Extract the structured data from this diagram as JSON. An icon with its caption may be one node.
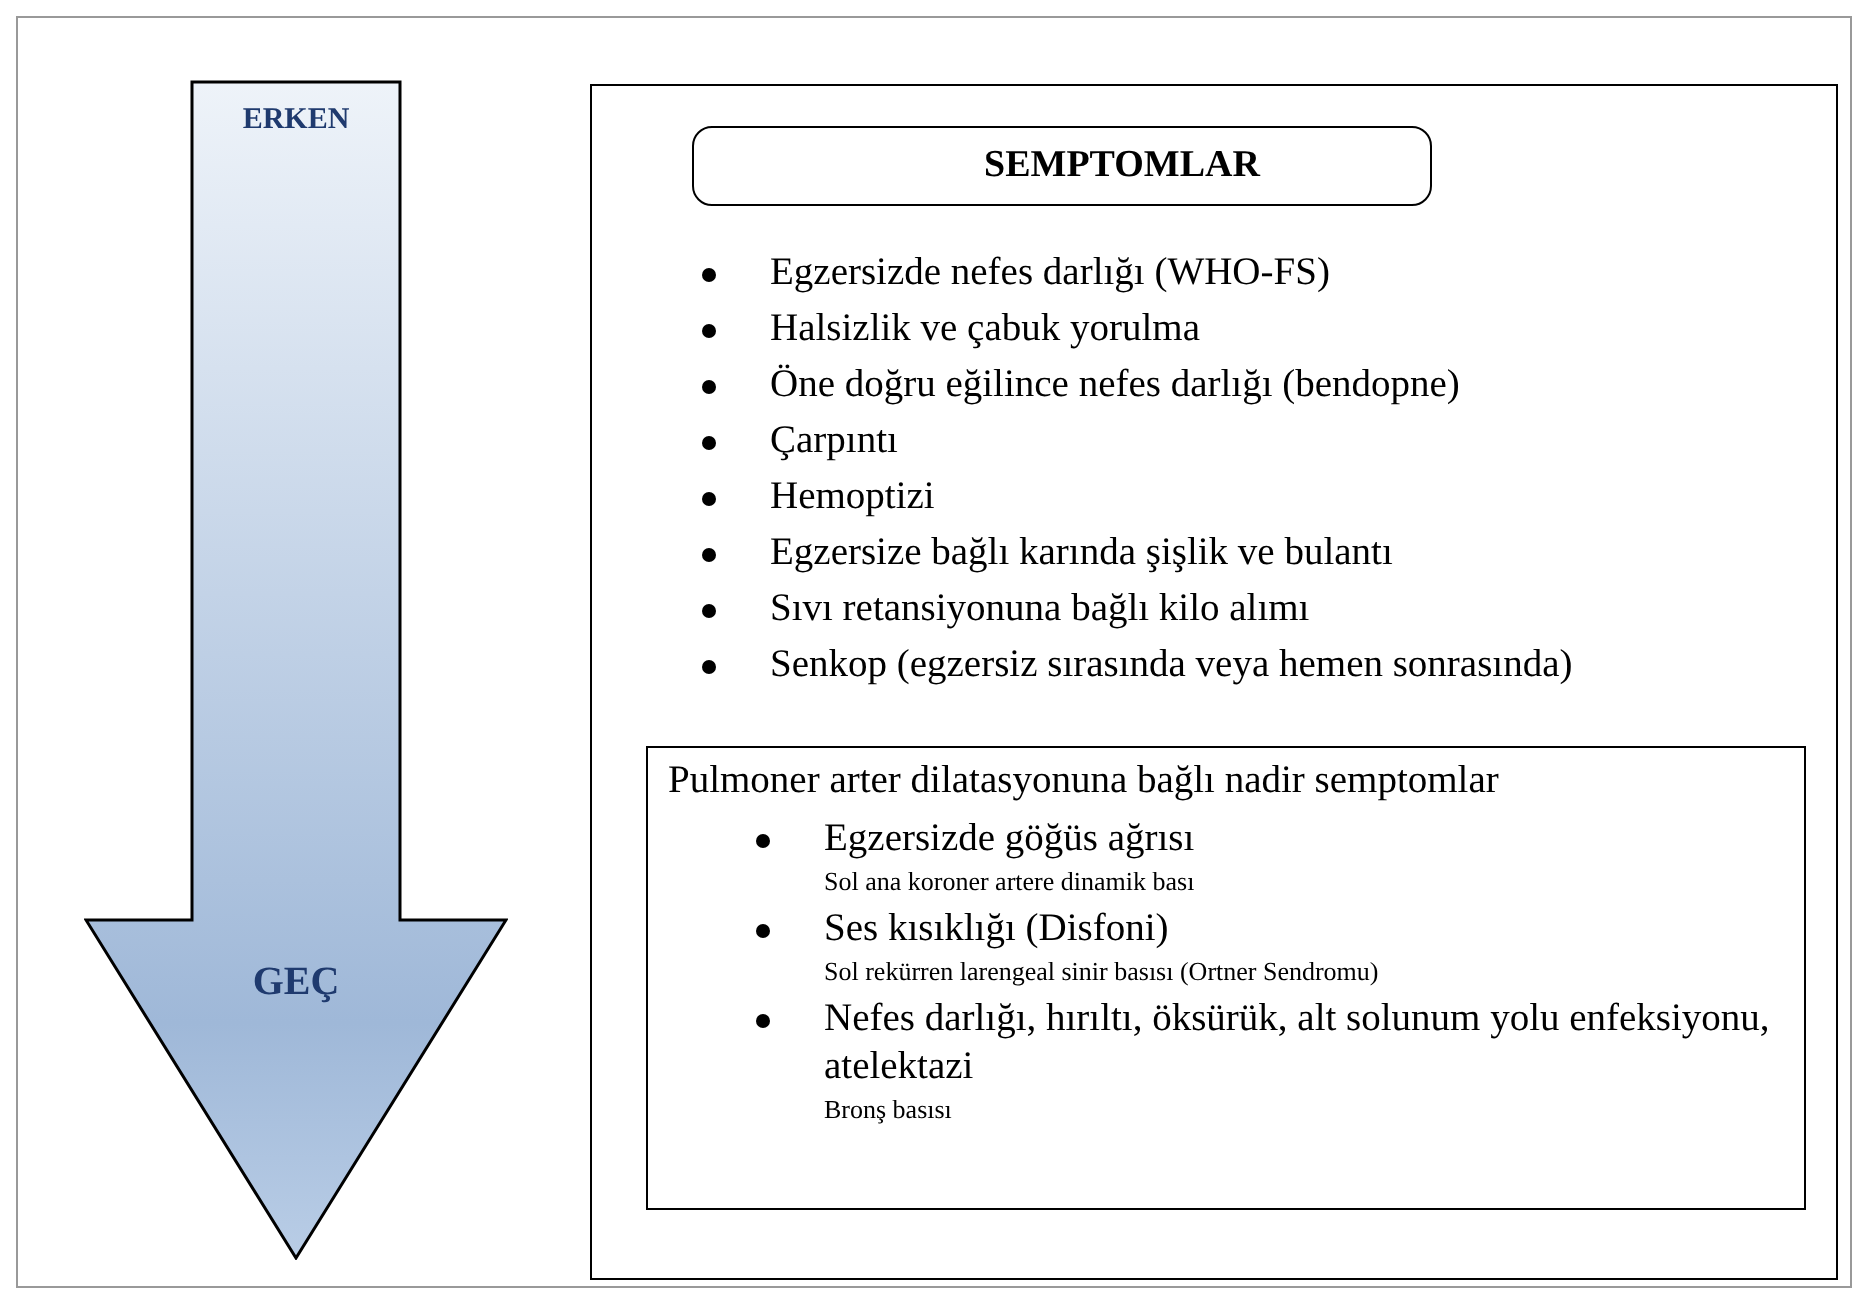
{
  "diagram": {
    "nodes": [
      {
        "text": [
          "ERKEN",
          "GEÇ"
        ]
      },
      {
        "text": [
          "Egzersizde nefes darlığı  (WHO-FS)",
          "Halsizlik ve çabuk yorulma",
          "Öne doğru eğilince nefes darlığı (bendopne)",
          "Çarpıntı",
          "Hemoptizi",
          "Egzersize bağlı karında şişlik ve bulantı",
          "Sıvı retansiyonuna bağlı kilo alımı",
          "Senkop (egzersiz sırasında veya hemen sonrasında)"
        ]
      },
      {
        "text": [
          "SEMPTOMLAR"
        ],
        "in": 1
      },
      {
        "text": [
          "Pulmoner arter dilatasyonuna bağlı nadir semptomlar",
          "Egzersizde göğüs ağrısı",
          "Sol ana koroner artere dinamik bası",
          "Ses kısıklığı (Disfoni)",
          "Sol rekürren larengeal sinir basısı (Ortner Sendromu)",
          "Nefes darlığı, hırıltı, öksürük, alt solunum yolu enfeksiyonu, atelektazi",
          "Bronş basısı"
        ],
        "in": 1
      }
    ]
  }
}
